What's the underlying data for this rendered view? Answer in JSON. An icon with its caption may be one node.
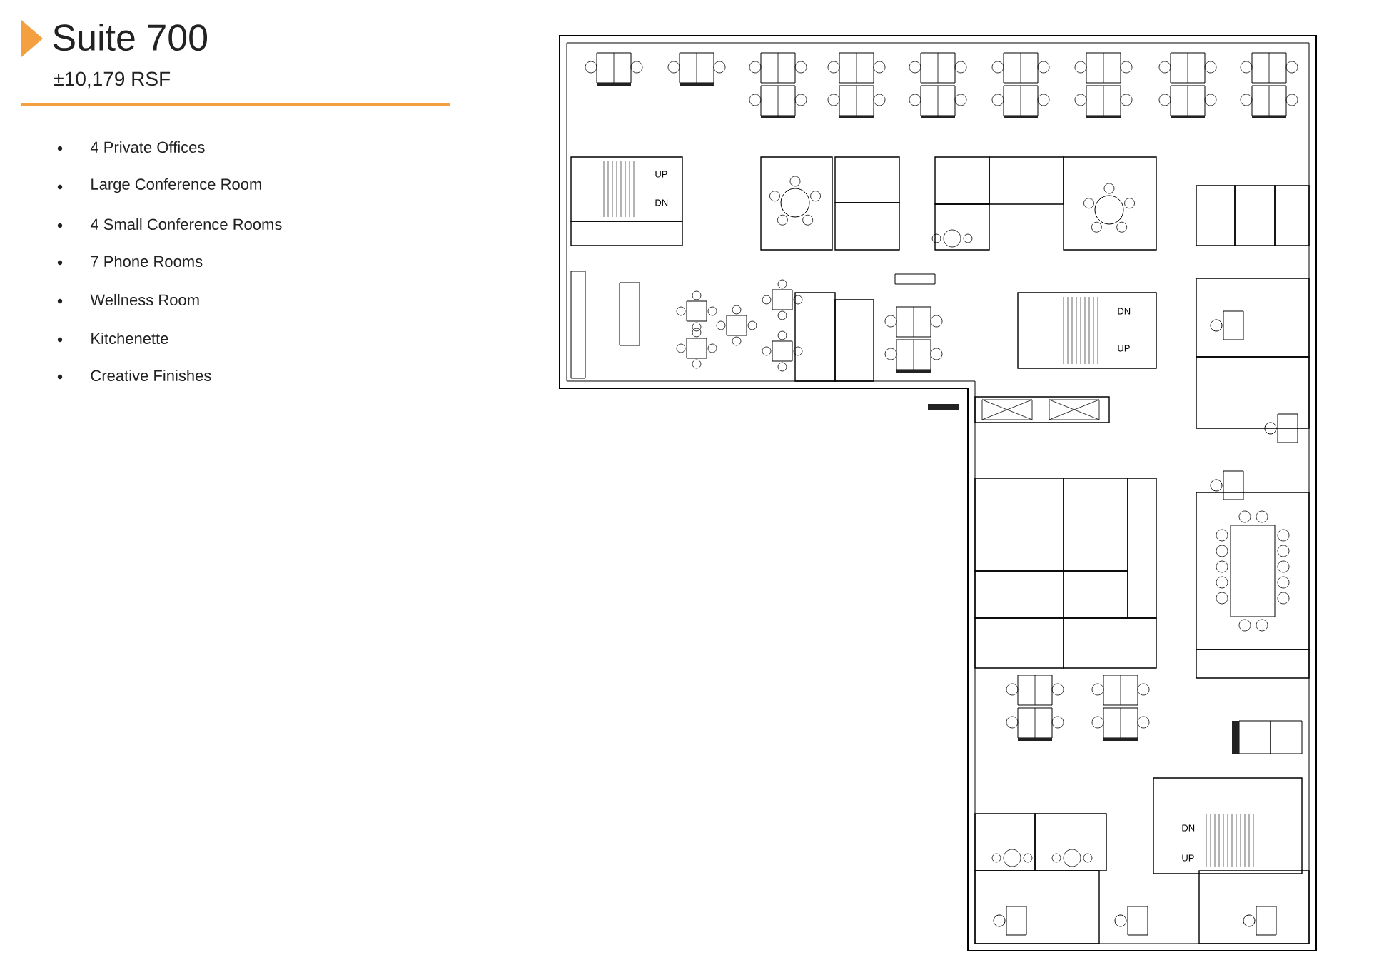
{
  "diagram": {
    "title": "Suite 700",
    "labels": [
      "±10,179 RSF",
      "4 Private Offices",
      "Large Conference Room",
      "4 Small Conference Rooms",
      "7 Phone Rooms",
      "Wellness Room",
      "Kitchenette",
      "Creative Finishes",
      "UP",
      "DN",
      "DN",
      "UP",
      "DN",
      "UP"
    ]
  }
}
